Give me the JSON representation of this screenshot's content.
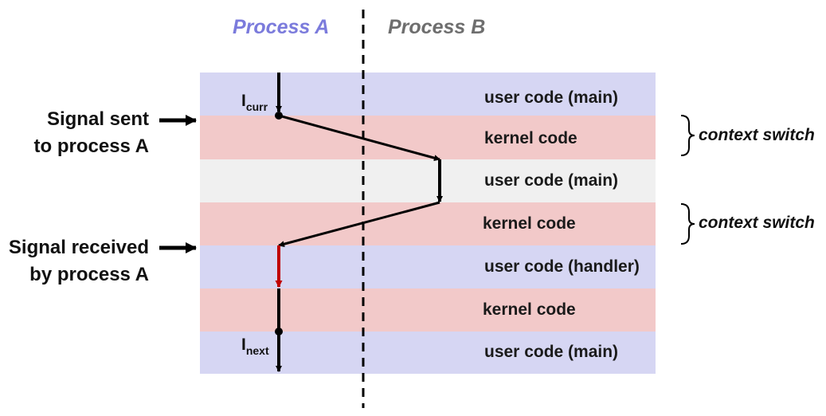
{
  "headers": {
    "process_a": "Process A",
    "process_b": "Process B"
  },
  "colors": {
    "process_a_header": "#7b7bdc",
    "process_b_header": "#6e6e6e",
    "user_band": "#d6d6f3",
    "kernel_band": "#f2c9c9",
    "user_b_band": "#f0f0f0",
    "flow_line": "#000000",
    "handler_arrow": "#c00000"
  },
  "bands": [
    {
      "kind": "user",
      "label": "user code (main)"
    },
    {
      "kind": "kernel",
      "label": "kernel code"
    },
    {
      "kind": "user_b",
      "label": "user code (main)"
    },
    {
      "kind": "kernel",
      "label": "kernel code"
    },
    {
      "kind": "user",
      "label": "user code (handler)"
    },
    {
      "kind": "kernel",
      "label": "kernel code"
    },
    {
      "kind": "user",
      "label": "user code (main)"
    }
  ],
  "side_labels": {
    "signal_sent": [
      "Signal sent",
      "to process A"
    ],
    "signal_received": [
      "Signal received",
      "by process A"
    ]
  },
  "context_switch_label": "context switch",
  "instructions": {
    "curr": {
      "base": "I",
      "sub": "curr"
    },
    "next": {
      "base": "I",
      "sub": "next"
    }
  }
}
